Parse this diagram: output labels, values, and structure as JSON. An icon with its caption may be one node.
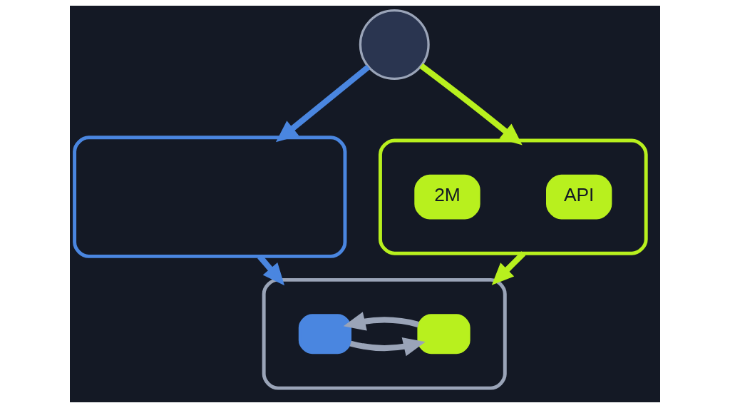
{
  "diagram": {
    "nodes": [
      {
        "text": [],
        "shape": "person"
      },
      {
        "text": [],
        "shape": "box"
      },
      {
        "text": [],
        "shape": "box"
      },
      {
        "text": [
          "API"
        ],
        "in": 2
      },
      {
        "text": [
          "2M"
        ],
        "in": 2
      },
      {
        "text": [],
        "shape": "box"
      },
      {
        "text": [],
        "shape": "box",
        "in": 5
      },
      {
        "text": [],
        "shape": "box",
        "in": 5
      }
    ],
    "edges": [
      {
        "from": 0,
        "to": 1,
        "arrow": "to",
        "color": "#4a86e0"
      },
      {
        "from": 0,
        "to": 2,
        "arrow": "to",
        "color": "#b8f01e"
      },
      {
        "from": 1,
        "to": 5,
        "arrow": "to",
        "color": "#4a86e0"
      },
      {
        "from": 2,
        "to": 5,
        "arrow": "to",
        "color": "#b8f01e"
      },
      {
        "from": 6,
        "to": 7,
        "arrow": "to"
      },
      {
        "from": 7,
        "to": 6,
        "arrow": "to"
      }
    ]
  }
}
